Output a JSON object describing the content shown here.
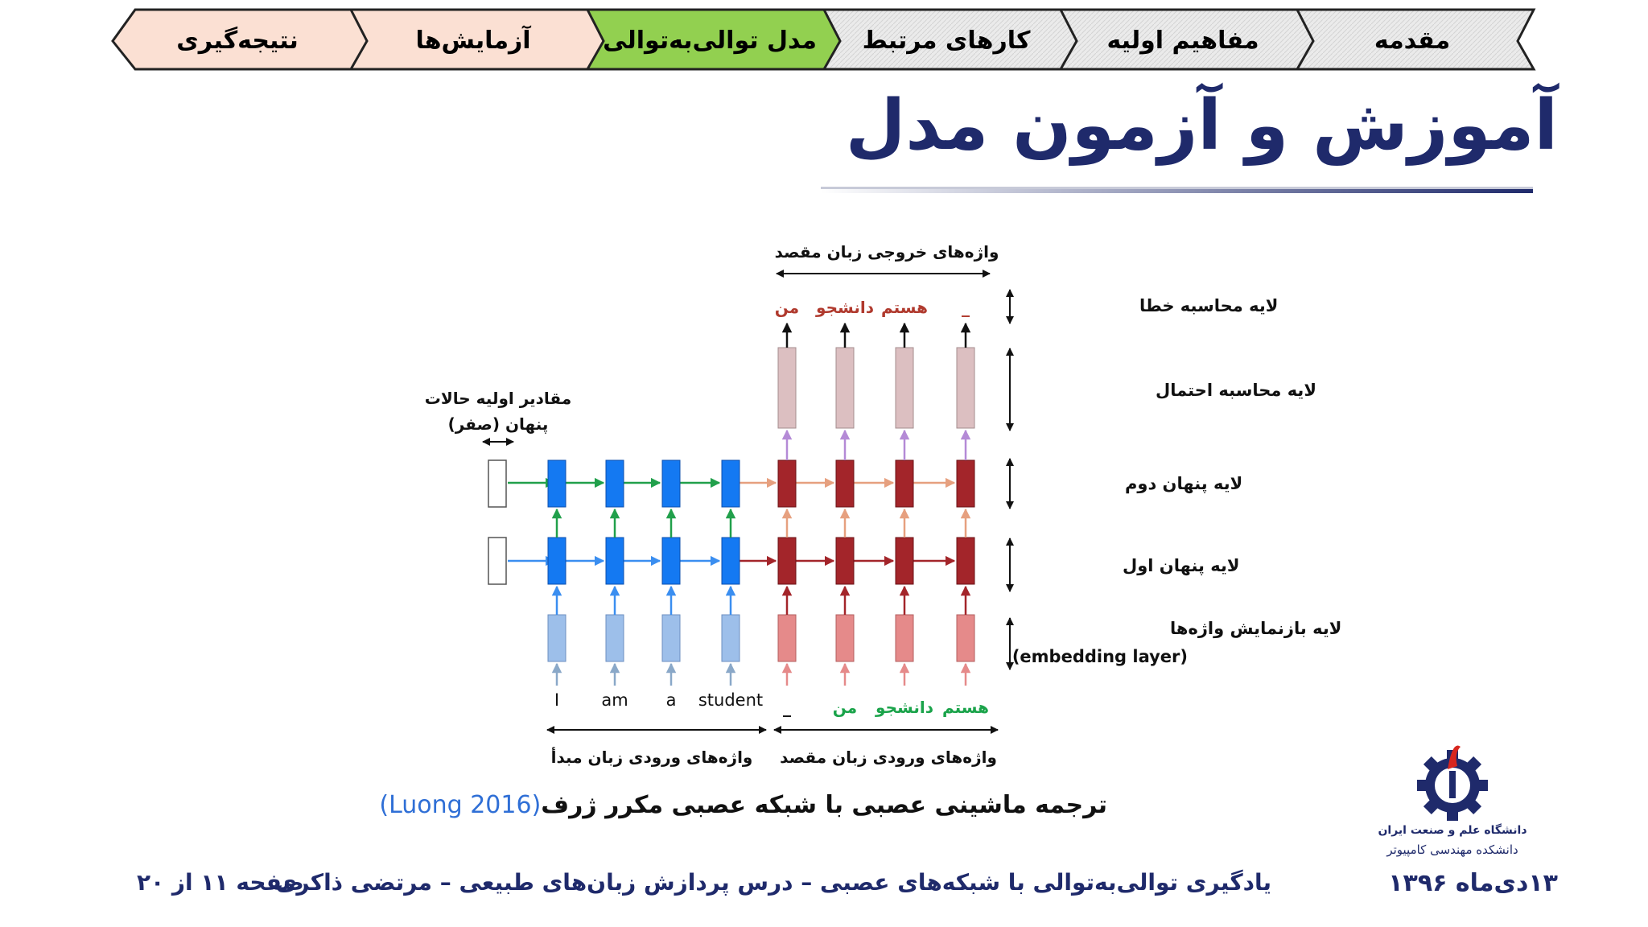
{
  "nav": {
    "tabs": [
      {
        "label": "مقدمه",
        "state": "visited"
      },
      {
        "label": "مفاهیم اولیه",
        "state": "visited"
      },
      {
        "label": "کارهای مرتبط",
        "state": "visited"
      },
      {
        "label": "مدل توالی‌به‌توالی",
        "state": "active"
      },
      {
        "label": "آزمایش‌ها",
        "state": "upcoming"
      },
      {
        "label": "نتیجه‌گیری",
        "state": "upcoming"
      }
    ],
    "colors": {
      "visited": "#e9e9e9",
      "active": "#92d050",
      "upcoming": "#fbe0d3"
    }
  },
  "slide": {
    "title": "آموزش و آزمون مدل"
  },
  "figure": {
    "output_header": "واژه‌های خروجی زبان مقصد",
    "output_words": [
      "من",
      "دانشجو",
      "هستم",
      "_"
    ],
    "layer_labels": {
      "loss": "لایه محاسبه خطا",
      "softmax": "لایه محاسبه احتمال",
      "hidden2": "لایه پنهان دوم",
      "hidden1": "لایه پنهان اول",
      "embedding": "لایه بازنمایش واژه‌ها",
      "embedding_en": "(embedding layer)"
    },
    "init_state_label": [
      "مقادیر اولیه حالات",
      "پنهان (صفر)"
    ],
    "source_words": [
      "I",
      "am",
      "a",
      "student"
    ],
    "target_input_words": [
      "_",
      "من",
      "دانشجو",
      "هستم"
    ],
    "source_group_label": "واژه‌های ورودی  زبان مبدأ",
    "target_group_label": "واژه‌های ورودی زبان مقصد",
    "colors": {
      "encoder": "#1479f2",
      "encoder_embed": "#9dbfea",
      "decoder": "#a3252a",
      "decoder_embed": "#e58a8a",
      "softmax": "#dcbfc1",
      "output_text": "#b03a2e",
      "target_text": "#1aa34a",
      "h2_arrow": "#21a04b"
    }
  },
  "caption": {
    "text": "ترجمه ماشینی عصبی با شبکه عصبی مکرر ژرف",
    "cite": "(Luong 2016)"
  },
  "footer": {
    "date": "۱۳دی‌ماه ۱۳۹۶",
    "course": "یادگیری توالی‌به‌توالی با شبکه‌های عصبی – درس پردازش زبان‌های طبیعی – مرتضی ذاکری",
    "page": "صفحه ۱۱ از ۲۰",
    "logo_text": "دانشگاه علم و صنعت ایران",
    "department": "دانشکده مهندسی کامپیوتر"
  }
}
